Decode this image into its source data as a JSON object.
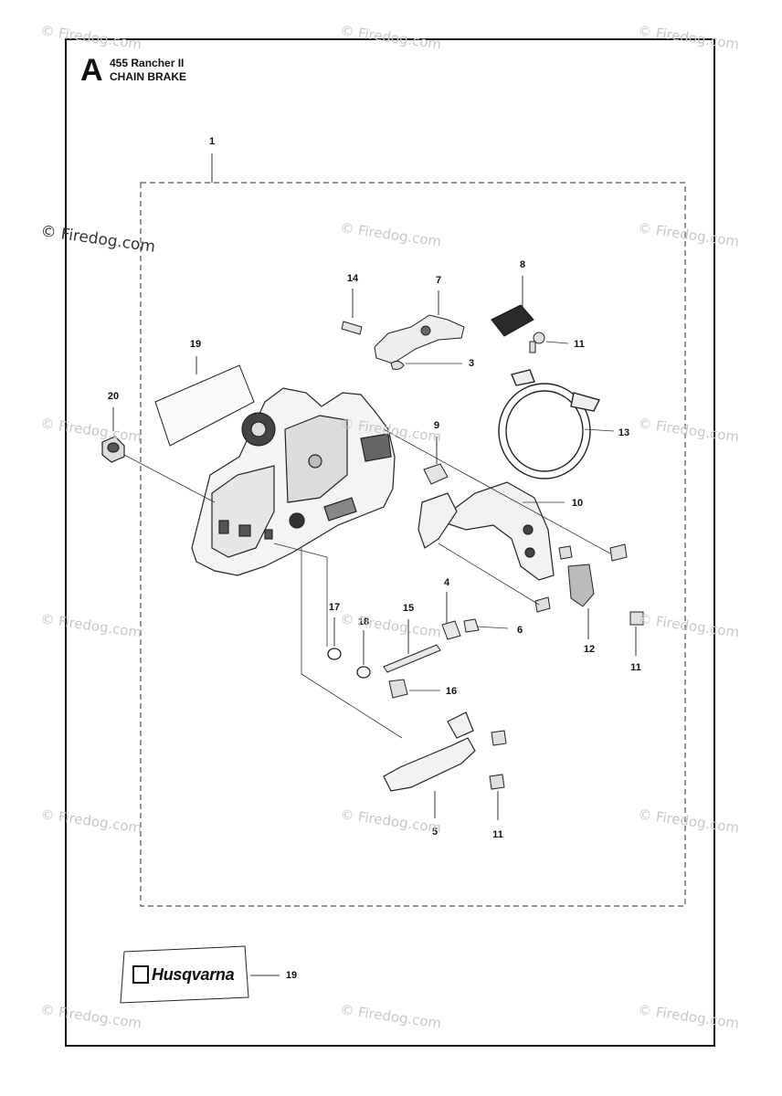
{
  "header": {
    "section_letter": "A",
    "model": "455 Rancher II",
    "title": "CHAIN BRAKE"
  },
  "callouts": [
    {
      "id": "c1",
      "label": "1"
    },
    {
      "id": "c14",
      "label": "14"
    },
    {
      "id": "c7",
      "label": "7"
    },
    {
      "id": "c8",
      "label": "8"
    },
    {
      "id": "c11a",
      "label": "11"
    },
    {
      "id": "c3",
      "label": "3"
    },
    {
      "id": "c19a",
      "label": "19"
    },
    {
      "id": "c20",
      "label": "20"
    },
    {
      "id": "c9",
      "label": "9"
    },
    {
      "id": "c13",
      "label": "13"
    },
    {
      "id": "c10",
      "label": "10"
    },
    {
      "id": "c4",
      "label": "4"
    },
    {
      "id": "c17",
      "label": "17"
    },
    {
      "id": "c18",
      "label": "18"
    },
    {
      "id": "c15",
      "label": "15"
    },
    {
      "id": "c6",
      "label": "6"
    },
    {
      "id": "c12",
      "label": "12"
    },
    {
      "id": "c11b",
      "label": "11"
    },
    {
      "id": "c16",
      "label": "16"
    },
    {
      "id": "c5",
      "label": "5"
    },
    {
      "id": "c11c",
      "label": "11"
    },
    {
      "id": "c19b",
      "label": "19"
    }
  ],
  "decal": {
    "brand": "Husqvarna"
  },
  "watermark": {
    "text": "© Firedog.com"
  }
}
